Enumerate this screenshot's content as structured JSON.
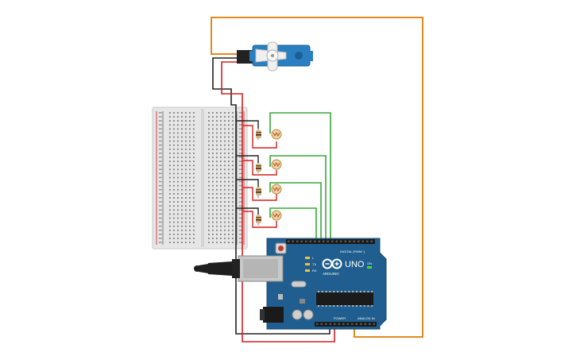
{
  "board": {
    "brand_label": "ARDUINO",
    "model_label": "UNO",
    "digital_label": "DIGITAL (PWM~)",
    "power_label": "POWER",
    "analog_label": "ANALOG IN",
    "led_labels": [
      "L",
      "TX",
      "RX"
    ],
    "on_label": "ON"
  },
  "colors": {
    "board": "#1f5e8e",
    "breadboard": "#e6e6e6",
    "wire_orange": "#e08a1e",
    "wire_red": "#d42020",
    "wire_black": "#222222",
    "wire_green": "#3aa63a",
    "servo_body": "#2a7fc1"
  },
  "icons": {
    "servo": "servo-motor-icon",
    "ldr": "photoresistor-icon",
    "resistor": "resistor-icon",
    "usb": "usb-connector-icon",
    "power_jack": "dc-jack-icon"
  }
}
